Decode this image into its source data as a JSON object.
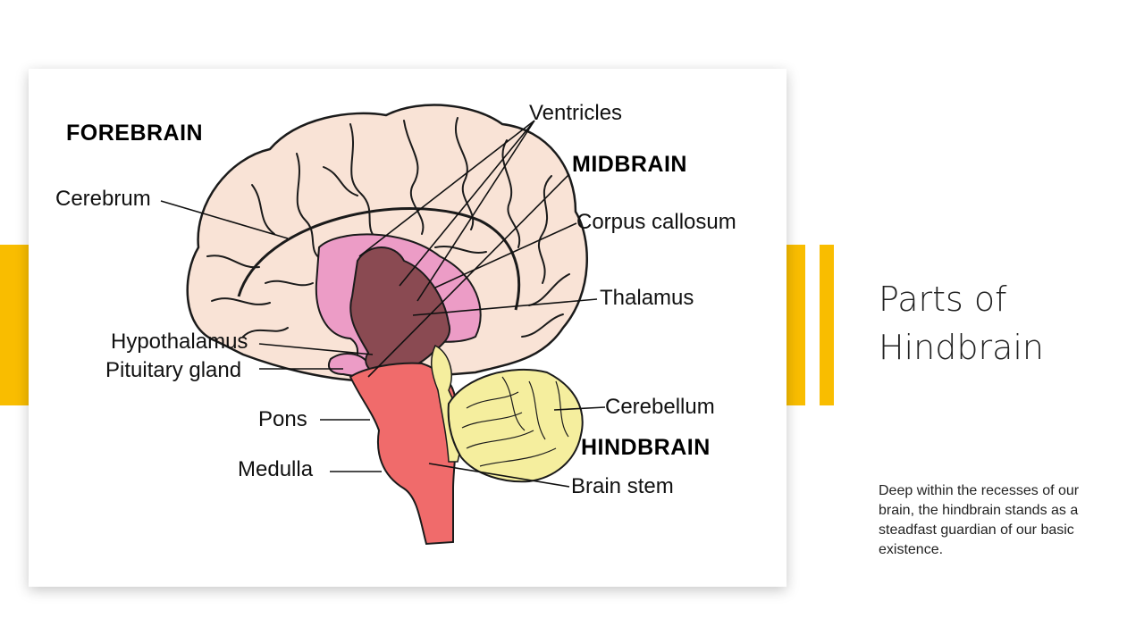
{
  "slide": {
    "title": "Parts of Hindbrain",
    "body": "Deep within the recesses of our brain, the hindbrain stands as a steadfast guardian of our basic existence."
  },
  "diagram": {
    "section_labels": {
      "forebrain": "FOREBRAIN",
      "midbrain": "MIDBRAIN",
      "hindbrain": "HINDBRAIN"
    },
    "labels": {
      "ventricles": "Ventricles",
      "cerebrum": "Cerebrum",
      "corpus_callosum": "Corpus callosum",
      "thalamus": "Thalamus",
      "hypothalamus": "Hypothalamus",
      "pituitary_gland": "Pituitary gland",
      "pons": "Pons",
      "cerebellum": "Cerebellum",
      "medulla": "Medulla",
      "brain_stem": "Brain stem"
    }
  },
  "colors": {
    "accent": "#f9bd00",
    "cerebrum": "#f9e3d6",
    "limbic_pink": "#ec9cc6",
    "midbrain_maroon": "#8a4a52",
    "brainstem_red": "#f06b6b",
    "cerebellum_yellow": "#f5ee9e"
  }
}
